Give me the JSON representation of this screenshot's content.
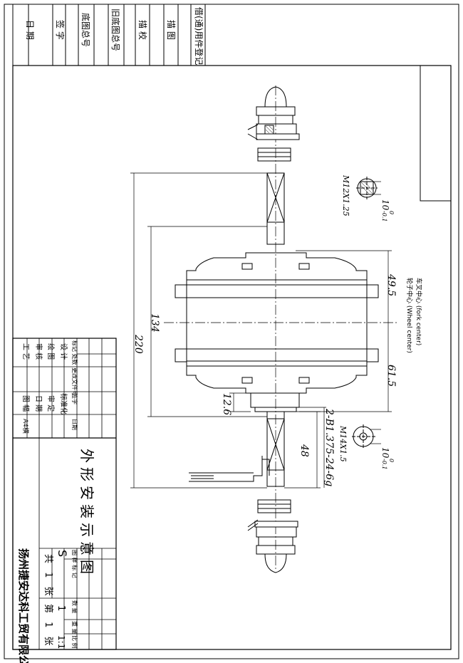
{
  "top_strip": {
    "cells": [
      "借(通)用件登记",
      "描 图",
      "描 校",
      "旧底图总号",
      "底图总号",
      "签 字",
      "日 期"
    ]
  },
  "dimensions": {
    "d220": "220",
    "d134": "134",
    "d49_5": "49.5",
    "d61_5": "61.5",
    "d12_6": "12.6",
    "d48": "48",
    "thread": "2-B1.375-24-6g",
    "m12": "M12X1.25",
    "m14": "M14X1.5",
    "tol_top": "10",
    "tol_top_up": "0",
    "tol_top_dn": "-0.1",
    "tol_bot": "10",
    "tol_bot_up": "0",
    "tol_bot_dn": "-0.1"
  },
  "notes": {
    "fork": "车叉中心 (fork center)",
    "wheel": "轮子中心 (Wheel center)"
  },
  "title_block": {
    "col1": [
      "工 艺",
      "审 核",
      "绘 图",
      "设 计",
      "标记 处数"
    ],
    "col2": [
      "",
      "",
      "",
      "",
      "更改文件号"
    ],
    "col3": [
      "图 幅",
      "日 期",
      "审 定",
      "标准化",
      "签字"
    ],
    "col4": [
      "A4横",
      "",
      "",
      "",
      "日期"
    ],
    "drawing_title": "外形安装示意图",
    "stage_label": "图 样 标 记",
    "stage_value": "S",
    "weight_label": "数 量",
    "weight_value": "1",
    "scale_header": "重 量",
    "scale_label": "比 例",
    "scale_value": "1:1",
    "sheets_total": "共 1 张",
    "sheet_num": "第 1 张",
    "company": "扬州捷安达科工贸有限公司"
  }
}
